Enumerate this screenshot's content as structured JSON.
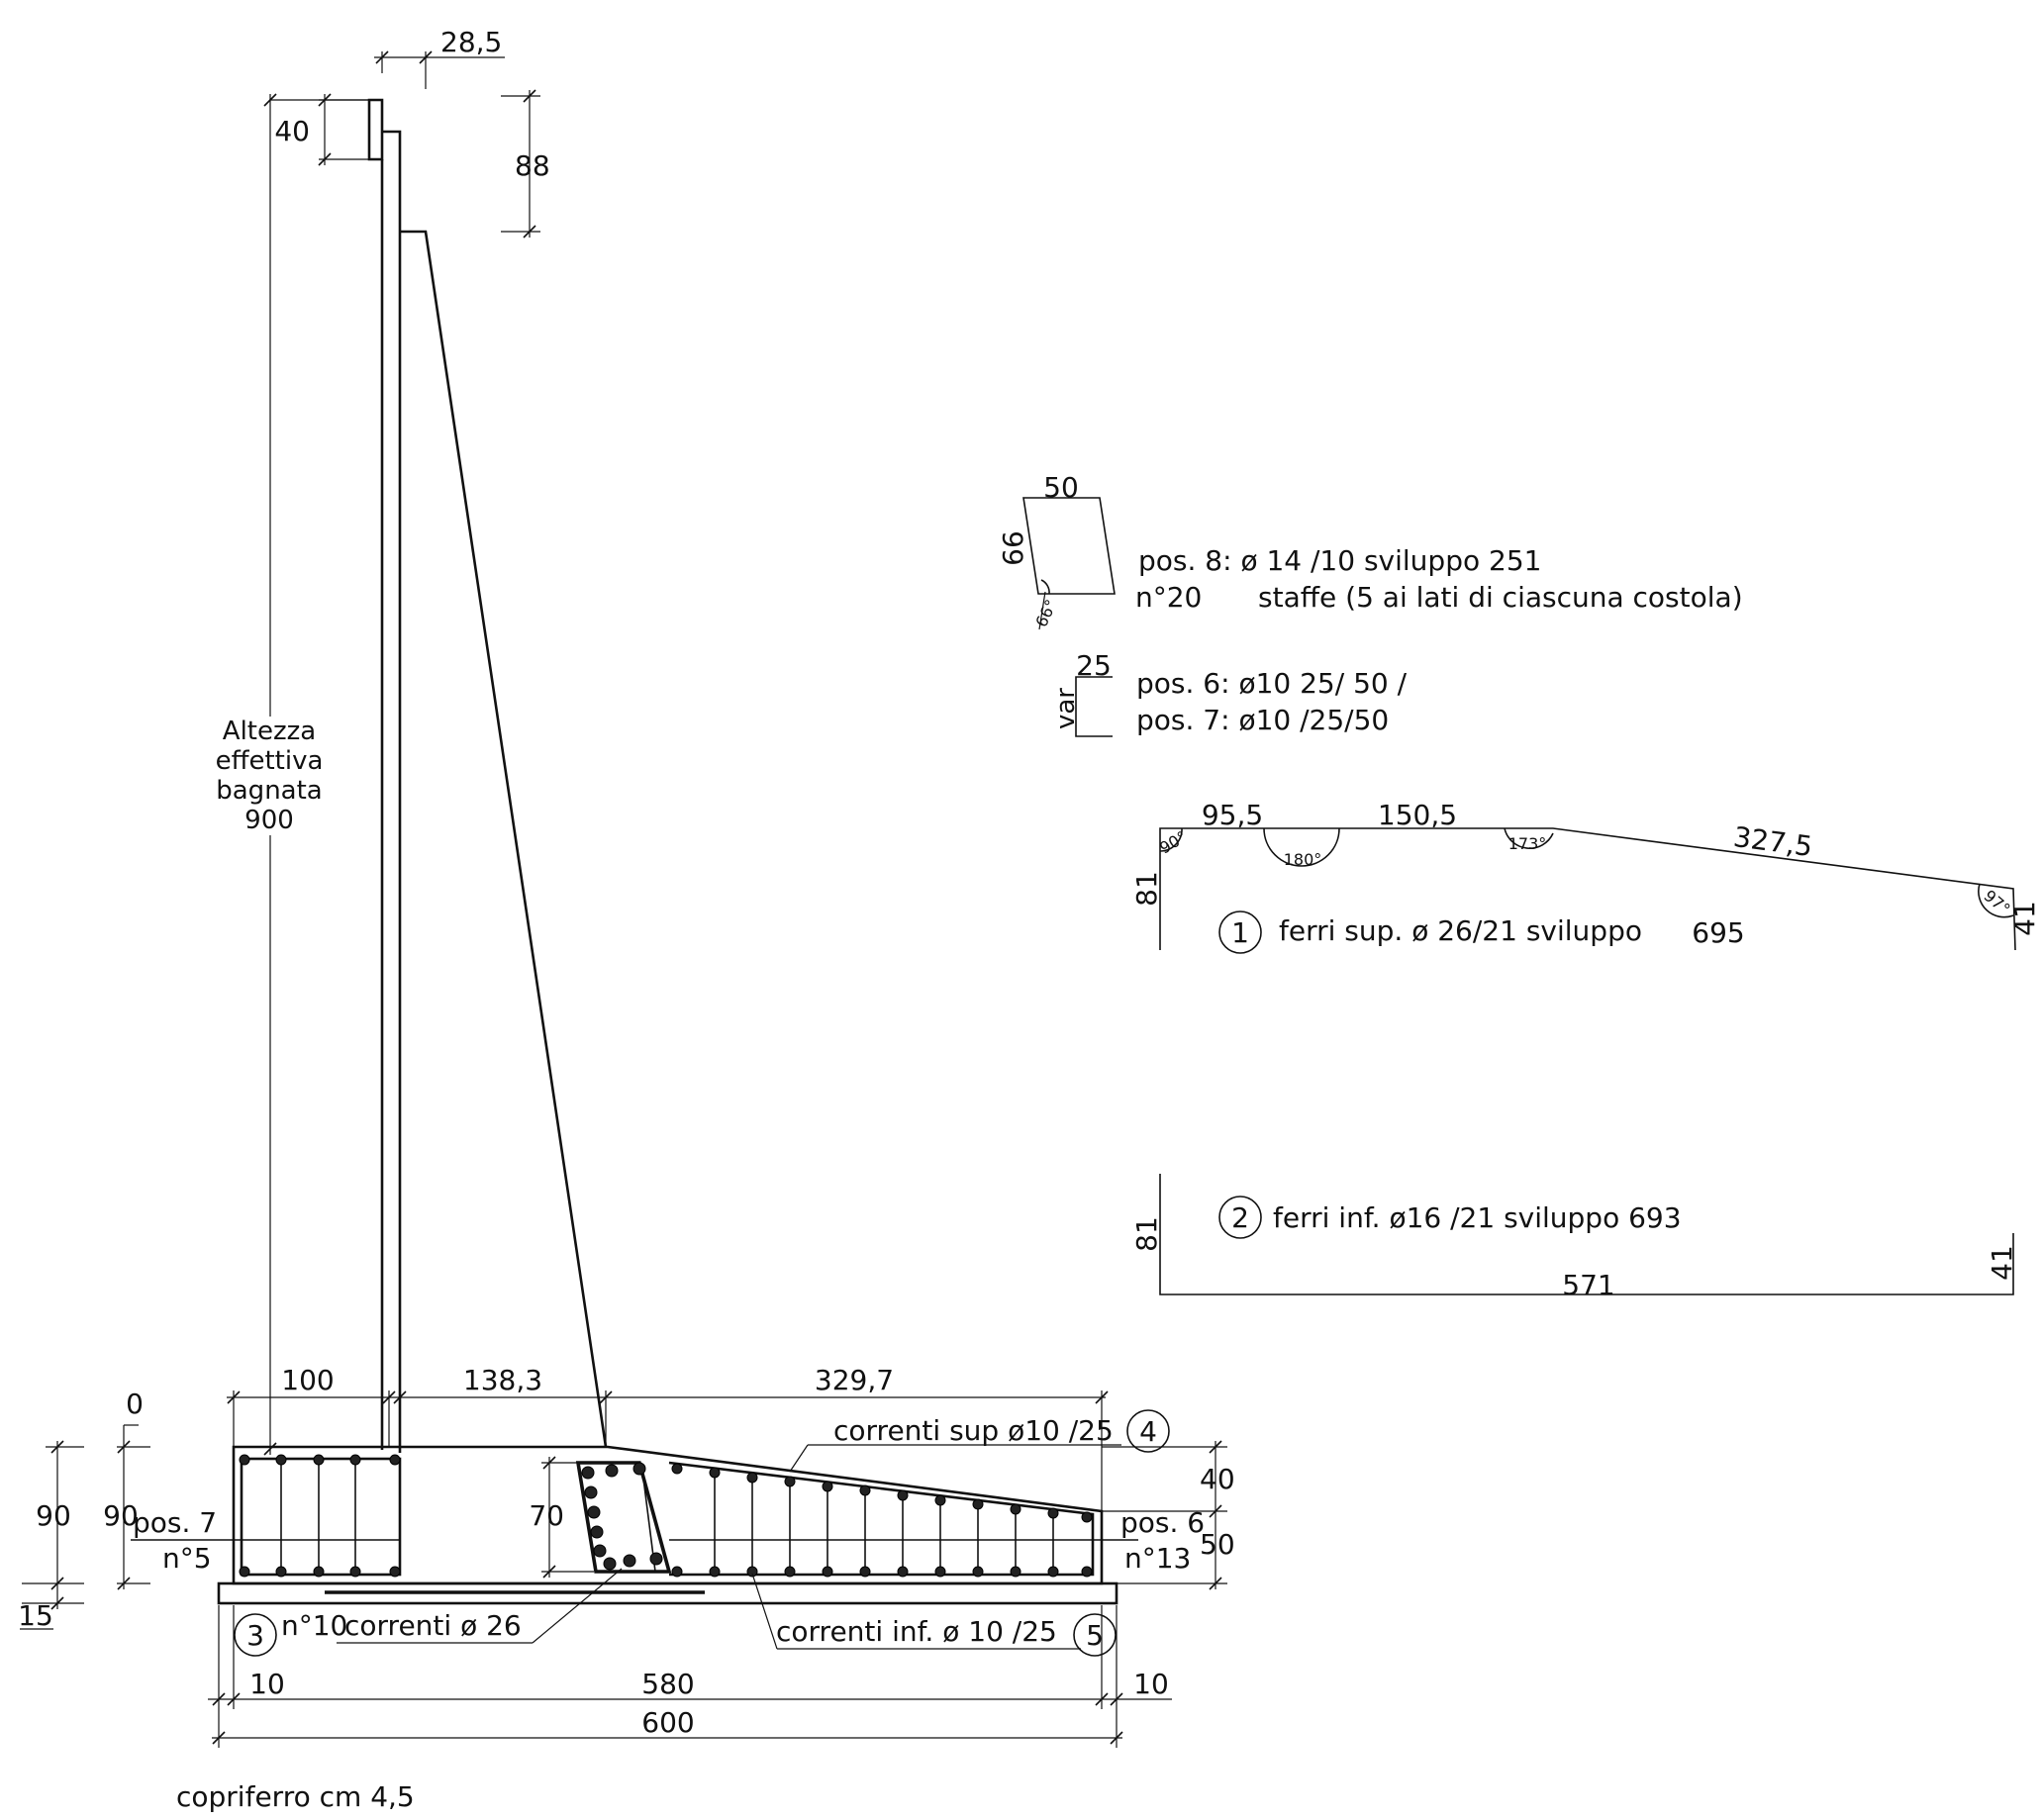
{
  "wall": {
    "dims": {
      "top_width": "28,5",
      "cap_height": "40",
      "cap_drop": "88",
      "height_lines": [
        "Altezza",
        "effettiva",
        "bagnata",
        "900"
      ]
    }
  },
  "base": {
    "dims_top": [
      "100",
      "138,3",
      "329,7"
    ],
    "dim_zero": "0",
    "dim_rib_height": "70",
    "dims_left": [
      "90",
      "90",
      "15"
    ],
    "dims_right": [
      "40",
      "50"
    ],
    "dims_bottom": [
      "10",
      "580",
      "10"
    ],
    "dim_total": "600"
  },
  "labels": {
    "correnti_sup": "correnti sup ø10 /25",
    "correnti_sup_num": "4",
    "pos7": "pos. 7",
    "n5": "n°5",
    "pos6": "pos. 6",
    "n13": "n°13",
    "n10": "n°10",
    "correnti_26": "correnti ø 26",
    "circle3": "3",
    "correnti_inf": "correnti inf. ø 10 /25",
    "circle5": "5",
    "copriferro": "copriferro cm 4,5"
  },
  "pos8": {
    "w": "50",
    "h": "66",
    "angle": "66°",
    "line1": "pos. 8:  ø  14 /10  sviluppo  251",
    "line2_a": "n°20",
    "line2_b": "staffe (5 ai lati di ciascuna costola)"
  },
  "pos67": {
    "w": "25",
    "h": "var",
    "line1": "pos. 6:  ø10  25/ 50   /",
    "line2": "pos. 7:  ø10    /25/50"
  },
  "bar1": {
    "num": "1",
    "label": "ferri  sup.  ø  26/21 sviluppo",
    "dev": "695",
    "seg1": "95,5",
    "seg2": "150,5",
    "seg3": "327,5",
    "left": "81",
    "right": "41",
    "angles": [
      "90°",
      "180°",
      "173°",
      "97°"
    ]
  },
  "bar2": {
    "num": "2",
    "label": "ferri  inf.  ø16 /21 sviluppo 693",
    "left": "81",
    "right": "41",
    "bottom": "571"
  }
}
